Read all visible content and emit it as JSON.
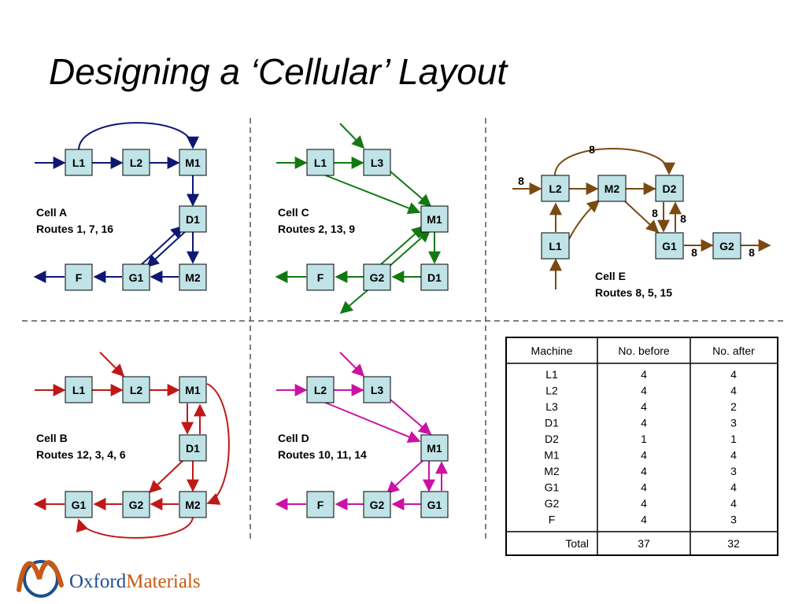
{
  "title": "Designing a ‘Cellular’ Layout",
  "colors": {
    "navy": "#0d1773",
    "green": "#127812",
    "brown": "#7a4a12",
    "red": "#c01818",
    "magenta": "#cc12a5",
    "box_fill": "#bfe3e6",
    "logo_blue": "#1d4e8f",
    "logo_orange": "#c85a16"
  },
  "cells": {
    "a": {
      "name": "Cell A",
      "routes": "Routes 1, 7, 16",
      "nodes": [
        "L1",
        "L2",
        "M1",
        "D1",
        "F",
        "G1",
        "M2"
      ]
    },
    "c": {
      "name": "Cell C",
      "routes": "Routes 2, 13, 9",
      "nodes": [
        "L1",
        "L3",
        "M1",
        "F",
        "G2",
        "D1"
      ]
    },
    "e": {
      "name": "Cell E",
      "routes": "Routes 8, 5, 15",
      "nodes": [
        "L2",
        "M2",
        "D2",
        "L1",
        "G1",
        "G2"
      ],
      "flow_label": "8"
    },
    "b": {
      "name": "Cell B",
      "routes": "Routes 12, 3, 4, 6",
      "nodes": [
        "L1",
        "L2",
        "M1",
        "D1",
        "G1",
        "G2",
        "M2"
      ]
    },
    "d": {
      "name": "Cell D",
      "routes": "Routes 10, 11, 14",
      "nodes": [
        "L2",
        "L3",
        "M1",
        "F",
        "G2",
        "G1"
      ]
    }
  },
  "table": {
    "headers": [
      "Machine",
      "No. before",
      "No. after"
    ],
    "rows": [
      [
        "L1",
        "4",
        "4"
      ],
      [
        "L2",
        "4",
        "4"
      ],
      [
        "L3",
        "4",
        "2"
      ],
      [
        "D1",
        "4",
        "3"
      ],
      [
        "D2",
        "1",
        "1"
      ],
      [
        "M1",
        "4",
        "4"
      ],
      [
        "M2",
        "4",
        "3"
      ],
      [
        "G1",
        "4",
        "4"
      ],
      [
        "G2",
        "4",
        "4"
      ],
      [
        "F",
        "4",
        "3"
      ]
    ],
    "total": [
      "Total",
      "37",
      "32"
    ]
  },
  "logo": {
    "word1": "Oxford",
    "word2": "Materials"
  }
}
